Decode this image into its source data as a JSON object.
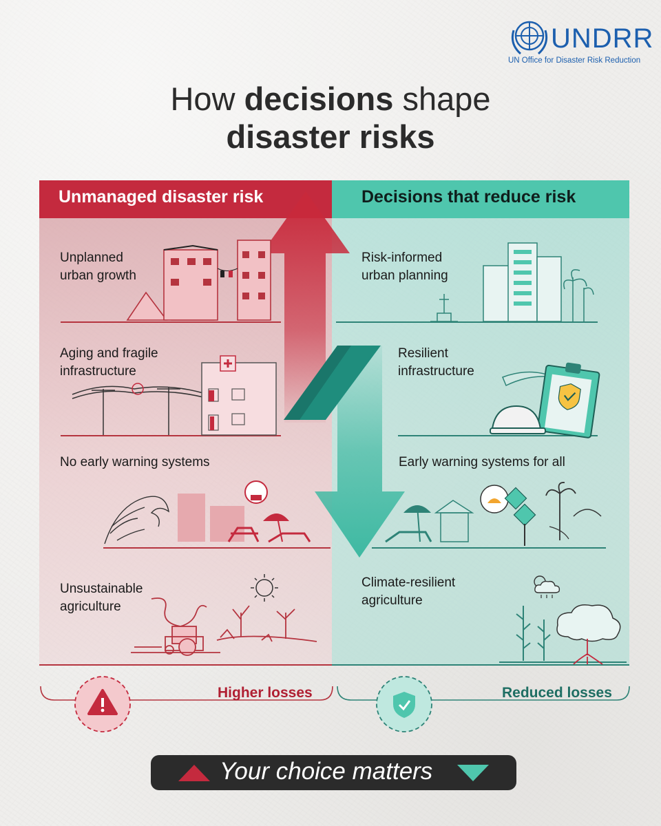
{
  "logo": {
    "name": "UNDRR",
    "subtitle": "UN Office for Disaster Risk Reduction"
  },
  "title": {
    "line1_pre": "How ",
    "line1_bold": "decisions",
    "line1_post": " shape",
    "line2": "disaster risks"
  },
  "left": {
    "header": "Unmanaged disaster risk",
    "items": [
      {
        "label": "Unplanned\nurban growth"
      },
      {
        "label": "Aging and fragile\ninfrastructure"
      },
      {
        "label": "No early warning systems"
      },
      {
        "label": "Unsustainable\nagriculture"
      }
    ],
    "outcome": "Higher losses"
  },
  "right": {
    "header": "Decisions that reduce risk",
    "items": [
      {
        "label": "Risk-informed\nurban planning"
      },
      {
        "label": "Resilient\ninfrastructure"
      },
      {
        "label": "Early warning systems for all"
      },
      {
        "label": "Climate-resilient\nagriculture"
      }
    ],
    "outcome": "Reduced losses"
  },
  "footer": {
    "text": "Your choice matters"
  },
  "colors": {
    "red": "#c42a3e",
    "teal": "#4fc6ad",
    "dark": "#2b2b2b",
    "blue": "#1c5fae"
  }
}
